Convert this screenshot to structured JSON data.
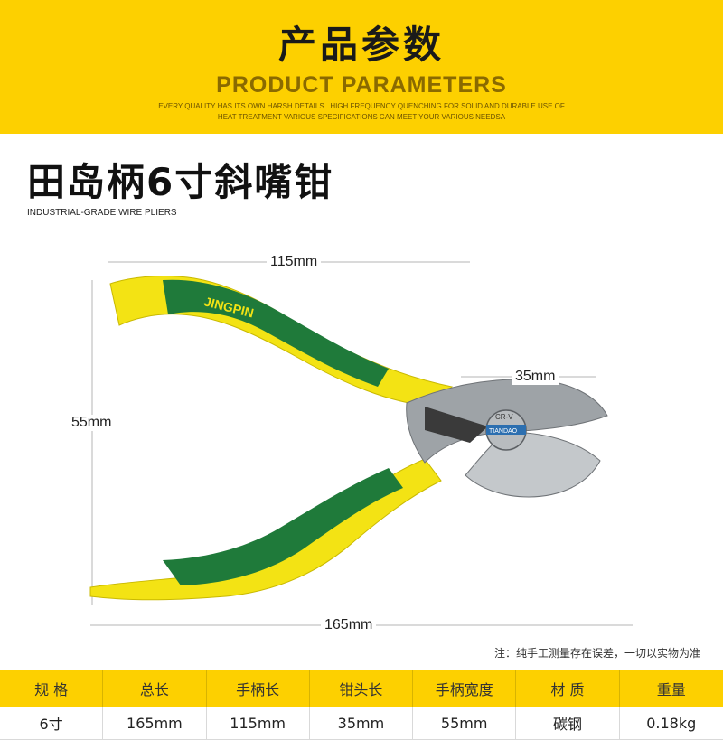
{
  "header": {
    "title_cn": "产品参数",
    "title_en": "PRODUCT PARAMETERS",
    "subtitle_line1": "EVERY QUALITY HAS ITS OWN HARSH DETAILS . HIGH FREQUENCY QUENCHING FOR SOLID AND DURABLE USE OF",
    "subtitle_line2": "HEAT TREATMENT  VARIOUS SPECIFICATIONS CAN MEET YOUR VARIOUS NEEDSA"
  },
  "product": {
    "title": "田岛柄6寸斜嘴钳",
    "subtitle": "INDUSTRIAL-GRADE WIRE PLIERS",
    "handle_brand": "JINGPIN",
    "head_mark": "CR-V",
    "head_badge": "TIANDAO"
  },
  "dimensions": {
    "handle_length": "115mm",
    "head_length": "35mm",
    "handle_width": "55mm",
    "total_length": "165mm"
  },
  "note": "注：纯手工测量存在误差，一切以实物为准",
  "table": {
    "headers": [
      "规 格",
      "总长",
      "手柄长",
      "钳头长",
      "手柄宽度",
      "材 质",
      "重量"
    ],
    "rows": [
      [
        "6寸",
        "165mm",
        "115mm",
        "35mm",
        "55mm",
        "碳钢",
        "0.18kg"
      ]
    ]
  },
  "colors": {
    "brand_yellow": "#fdd000",
    "handle_yellow": "#f5e617",
    "handle_green": "#1f7a3a"
  }
}
